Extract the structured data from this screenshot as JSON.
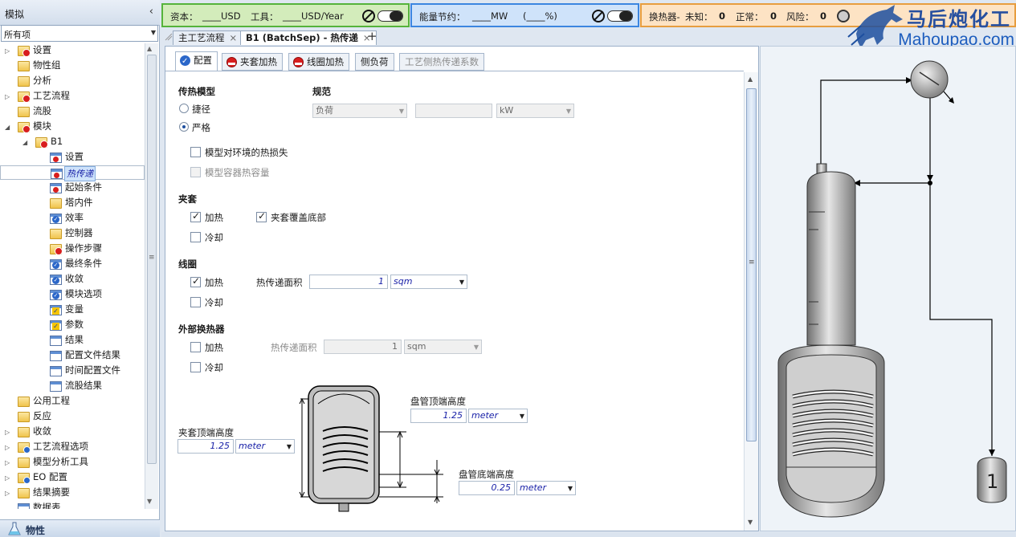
{
  "nav": {
    "title": "模拟",
    "filter": "所有项",
    "bottom_label": "物性",
    "tree": [
      {
        "label": "设置",
        "level": 0,
        "toggle": "▷",
        "icon": "folder-red"
      },
      {
        "label": "物性组",
        "level": 0,
        "toggle": "",
        "icon": "folder"
      },
      {
        "label": "分析",
        "level": 0,
        "toggle": "",
        "icon": "folder"
      },
      {
        "label": "工艺流程",
        "level": 0,
        "toggle": "▷",
        "icon": "folder-red"
      },
      {
        "label": "流股",
        "level": 0,
        "toggle": "",
        "icon": "folder"
      },
      {
        "label": "模块",
        "level": 0,
        "toggle": "◢",
        "icon": "folder-red"
      },
      {
        "label": "B1",
        "level": 1,
        "toggle": "◢",
        "icon": "folder-red"
      },
      {
        "label": "设置",
        "level": 2,
        "toggle": "",
        "icon": "sheet-red"
      },
      {
        "label": "热传递",
        "level": 2,
        "toggle": "",
        "icon": "sheet-red",
        "selected": true
      },
      {
        "label": "起始条件",
        "level": 2,
        "toggle": "",
        "icon": "sheet-red"
      },
      {
        "label": "塔内件",
        "level": 2,
        "toggle": "",
        "icon": "folder"
      },
      {
        "label": "效率",
        "level": 2,
        "toggle": "",
        "icon": "sheet-blue"
      },
      {
        "label": "控制器",
        "level": 2,
        "toggle": "",
        "icon": "folder"
      },
      {
        "label": "操作步骤",
        "level": 2,
        "toggle": "",
        "icon": "folder-red"
      },
      {
        "label": "最终条件",
        "level": 2,
        "toggle": "",
        "icon": "sheet-blue"
      },
      {
        "label": "收敛",
        "level": 2,
        "toggle": "",
        "icon": "sheet-blue"
      },
      {
        "label": "模块选项",
        "level": 2,
        "toggle": "",
        "icon": "sheet-blue"
      },
      {
        "label": "变量",
        "level": 2,
        "toggle": "",
        "icon": "sheet-yel"
      },
      {
        "label": "参数",
        "level": 2,
        "toggle": "",
        "icon": "sheet-yel"
      },
      {
        "label": "结果",
        "level": 2,
        "toggle": "",
        "icon": "sheet"
      },
      {
        "label": "配置文件结果",
        "level": 2,
        "toggle": "",
        "icon": "sheet"
      },
      {
        "label": "时间配置文件",
        "level": 2,
        "toggle": "",
        "icon": "sheet"
      },
      {
        "label": "流股结果",
        "level": 2,
        "toggle": "",
        "icon": "sheet"
      },
      {
        "label": "公用工程",
        "level": 0,
        "toggle": "",
        "icon": "folder"
      },
      {
        "label": "反应",
        "level": 0,
        "toggle": "",
        "icon": "folder"
      },
      {
        "label": "收敛",
        "level": 0,
        "toggle": "▷",
        "icon": "folder"
      },
      {
        "label": "工艺流程选项",
        "level": 0,
        "toggle": "▷",
        "icon": "folder-blue"
      },
      {
        "label": "模型分析工具",
        "level": 0,
        "toggle": "▷",
        "icon": "folder"
      },
      {
        "label": "EO 配置",
        "level": 0,
        "toggle": "▷",
        "icon": "folder-blue"
      },
      {
        "label": "结果摘要",
        "level": 0,
        "toggle": "▷",
        "icon": "folder"
      },
      {
        "label": "数据表",
        "level": 0,
        "toggle": "",
        "icon": "sheet"
      }
    ]
  },
  "topbar": {
    "cost": {
      "capital_label": "资本：",
      "capital_value": "____USD",
      "utility_label": "工具：",
      "utility_value": "____USD/Year"
    },
    "energy": {
      "label": "能量节约：",
      "value": "____MW",
      "pct": "(____%)"
    },
    "hx": {
      "label": "换热器-",
      "unknown_label": "未知：",
      "unknown": "0",
      "ok_label": "正常：",
      "ok": "0",
      "risk_label": "风险：",
      "risk": "0"
    }
  },
  "watermark": {
    "cn": "马后炮化工",
    "en": "Mahoupao.com"
  },
  "doc_tabs": [
    {
      "label": "主工艺流程",
      "active": false
    },
    {
      "label": "B1 (BatchSep) - 热传递",
      "active": true
    }
  ],
  "subtabs": [
    {
      "label": "配置",
      "icon": "chk",
      "active": true
    },
    {
      "label": "夹套加热",
      "icon": "red"
    },
    {
      "label": "线圈加热",
      "icon": "red"
    },
    {
      "label": "侧负荷",
      "icon": ""
    },
    {
      "label": "工艺侧热传递系数",
      "icon": "",
      "disabled": true
    }
  ],
  "form": {
    "model_title": "传热模型",
    "radio_simple": "捷径",
    "radio_rigorous": "严格",
    "spec_title": "规范",
    "spec_select": "负荷",
    "spec_value": "",
    "spec_unit": "kW",
    "heat_loss": "模型对环境的热损失",
    "heat_cap": "模型容器热容量",
    "jacket_title": "夹套",
    "jacket_heat": "加热",
    "jacket_bottom": "夹套覆盖底部",
    "jacket_cool": "冷却",
    "coil_title": "线圈",
    "coil_heat": "加热",
    "coil_area_label": "热传递面积",
    "coil_area": "1",
    "coil_area_unit": "sqm",
    "coil_cool": "冷却",
    "ext_title": "外部换热器",
    "ext_heat": "加热",
    "ext_area_label": "热传递面积",
    "ext_area": "1",
    "ext_area_unit": "sqm",
    "ext_cool": "冷却",
    "jacket_top_label": "夹套顶端高度",
    "jacket_top": "1.25",
    "jacket_top_unit": "meter",
    "coil_top_label": "盘管顶端高度",
    "coil_top": "1.25",
    "coil_top_unit": "meter",
    "coil_bottom_label": "盘管底端高度",
    "coil_bottom": "0.25",
    "coil_bottom_unit": "meter"
  },
  "diagram": {
    "receiver_label": "1"
  }
}
